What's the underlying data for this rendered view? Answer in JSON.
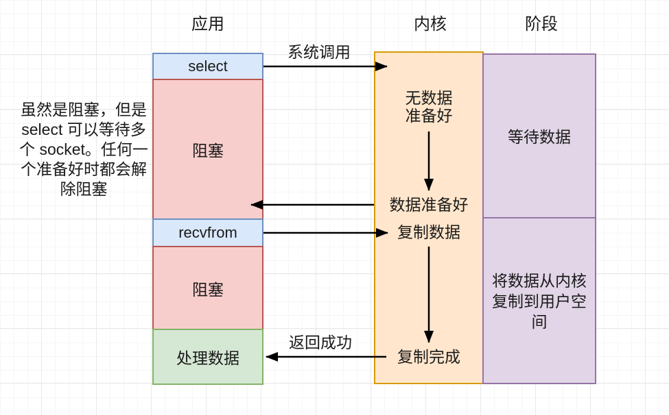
{
  "headers": {
    "app": "应用",
    "kernel": "内核",
    "phase": "阶段"
  },
  "note": {
    "lines": [
      "虽然是阻塞，但是",
      "select 可以等待多",
      "个 socket。任何一",
      "个准备好时都会解",
      "除阻塞"
    ]
  },
  "app": {
    "select": "select",
    "blocking1": "阻塞",
    "recvfrom": "recvfrom",
    "blocking2": "阻塞",
    "process": "处理数据"
  },
  "kernel": {
    "no_data_line1": "无数据",
    "no_data_line2": "准备好",
    "data_ready": "数据准备好",
    "copy_data": "复制数据",
    "copy_done": "复制完成"
  },
  "phase": {
    "wait": "等待数据",
    "copy": "将数据从内核复制到用户空间"
  },
  "arrows": {
    "syscall": "系统调用",
    "return_success": "返回成功"
  },
  "colors": {
    "app-call-fill": "#dae8fc",
    "app-call-border": "#6c8ebf",
    "blocking-fill": "#f8cecc",
    "blocking-border": "#b85450",
    "process-fill": "#d5e8d4",
    "process-border": "#82b366",
    "kernel-fill": "#ffe6cc",
    "kernel-border": "#d79b00",
    "phase-fill": "#e1d5e7",
    "phase-border": "#9673a6",
    "arrow": "#000000",
    "text": "#1a1a1a"
  }
}
